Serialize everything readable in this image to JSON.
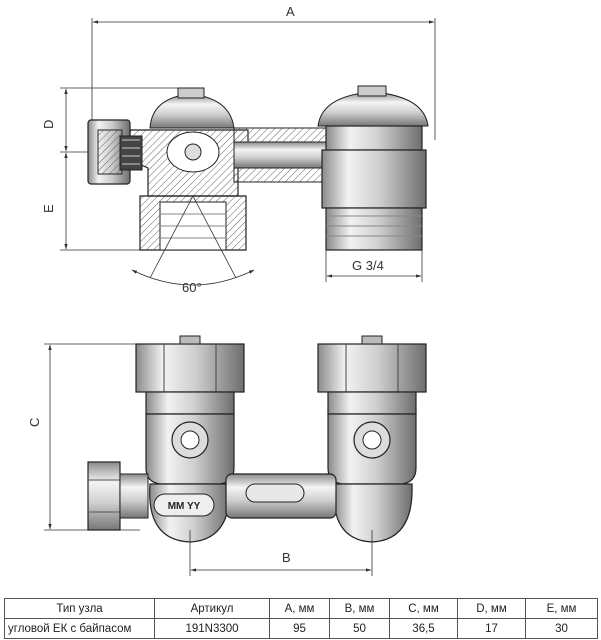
{
  "drawing": {
    "dimensions": {
      "a": "A",
      "b": "B",
      "c": "C",
      "d": "D",
      "e": "E",
      "thread": "G 3/4",
      "angle": "60°"
    },
    "brand_mark": "MM YY"
  },
  "table": {
    "headers": [
      "Тип узла",
      "Артикул",
      "А, мм",
      "В, мм",
      "С, мм",
      "D, мм",
      "Е, мм"
    ],
    "rows": [
      [
        "угловой ЕК с байпасом",
        "191N3300",
        "95",
        "50",
        "36,5",
        "17",
        "30"
      ]
    ]
  }
}
